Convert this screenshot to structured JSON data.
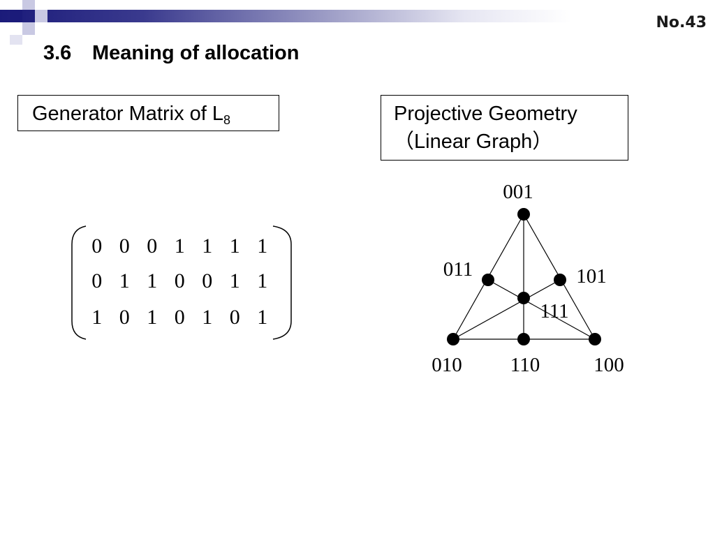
{
  "slide_number": "No.43",
  "title": {
    "number": "3.6",
    "text": "Meaning of allocation"
  },
  "left_box": {
    "text": "Generator Matrix of L",
    "subscript": "8"
  },
  "right_box": {
    "line1": "Projective Geometry",
    "line2": "（Linear Graph）"
  },
  "matrix": [
    [
      "0",
      "0",
      "0",
      "1",
      "1",
      "1",
      "1"
    ],
    [
      "0",
      "1",
      "1",
      "0",
      "0",
      "1",
      "1"
    ],
    [
      "1",
      "0",
      "1",
      "0",
      "1",
      "0",
      "1"
    ]
  ],
  "graph": {
    "nodes": [
      {
        "id": "001",
        "label": "001"
      },
      {
        "id": "011",
        "label": "011"
      },
      {
        "id": "101",
        "label": "101"
      },
      {
        "id": "111",
        "label": "111"
      },
      {
        "id": "010",
        "label": "010"
      },
      {
        "id": "110",
        "label": "110"
      },
      {
        "id": "100",
        "label": "100"
      }
    ]
  }
}
